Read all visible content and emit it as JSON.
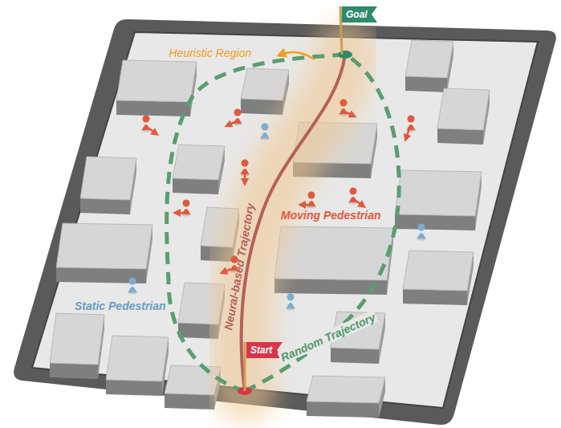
{
  "diagram": {
    "nodes": [
      {
        "text": [
          "Goal"
        ]
      },
      {
        "text": [
          "Start"
        ]
      }
    ],
    "labels": [
      "Heuristic Region",
      "Neural-based Trajectory",
      "Moving Pedestrian",
      "Static Pedestrian",
      "Random Trajectory"
    ]
  }
}
